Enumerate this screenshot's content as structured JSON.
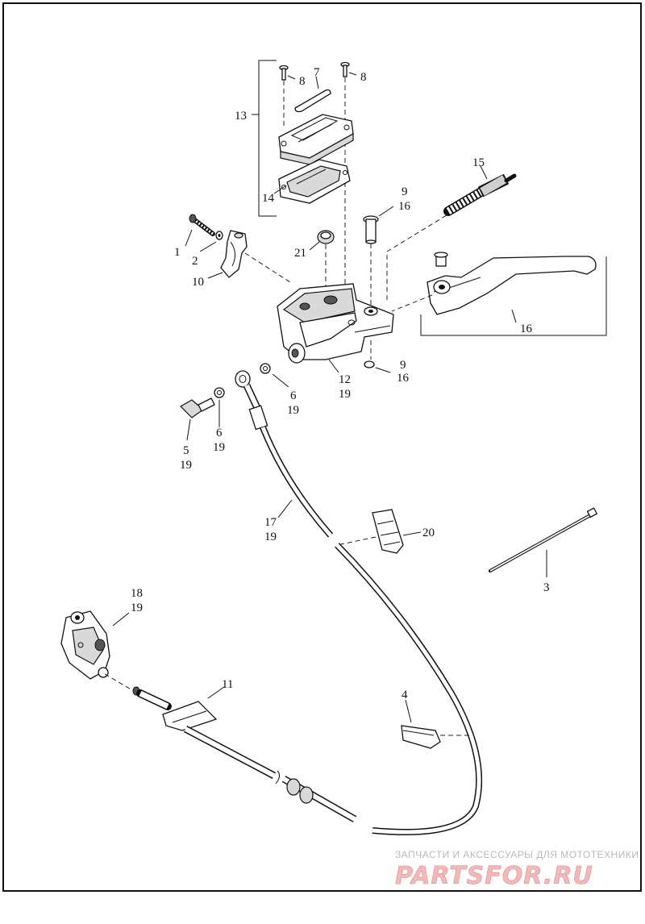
{
  "diagram": {
    "callouts": [
      {
        "id": "c1",
        "text": "1"
      },
      {
        "id": "c2",
        "text": "2"
      },
      {
        "id": "c3",
        "text": "3"
      },
      {
        "id": "c4",
        "text": "4"
      },
      {
        "id": "c5",
        "text": "5"
      },
      {
        "id": "c5b",
        "text": "19"
      },
      {
        "id": "c6a",
        "text": "6"
      },
      {
        "id": "c6ab",
        "text": "19"
      },
      {
        "id": "c6b",
        "text": "6"
      },
      {
        "id": "c6bb",
        "text": "19"
      },
      {
        "id": "c7",
        "text": "7"
      },
      {
        "id": "c8a",
        "text": "8"
      },
      {
        "id": "c8b",
        "text": "8"
      },
      {
        "id": "c9a",
        "text": "9"
      },
      {
        "id": "c9ab",
        "text": "16"
      },
      {
        "id": "c9b",
        "text": "9"
      },
      {
        "id": "c9bb",
        "text": "16"
      },
      {
        "id": "c10",
        "text": "10"
      },
      {
        "id": "c11",
        "text": "11"
      },
      {
        "id": "c12",
        "text": "12"
      },
      {
        "id": "c12b",
        "text": "19"
      },
      {
        "id": "c13",
        "text": "13"
      },
      {
        "id": "c14",
        "text": "14"
      },
      {
        "id": "c15",
        "text": "15"
      },
      {
        "id": "c16",
        "text": "16"
      },
      {
        "id": "c17",
        "text": "17"
      },
      {
        "id": "c17b",
        "text": "19"
      },
      {
        "id": "c18",
        "text": "18"
      },
      {
        "id": "c18b",
        "text": "19"
      },
      {
        "id": "c20",
        "text": "20"
      },
      {
        "id": "c21",
        "text": "21"
      }
    ]
  },
  "watermark": {
    "tagline": "ЗАПЧАСТИ И АКСЕССУАРЫ ДЛЯ МОТОТЕХНИКИ",
    "logo": "PARTSFOR.RU",
    "color": "#e08a8a"
  }
}
